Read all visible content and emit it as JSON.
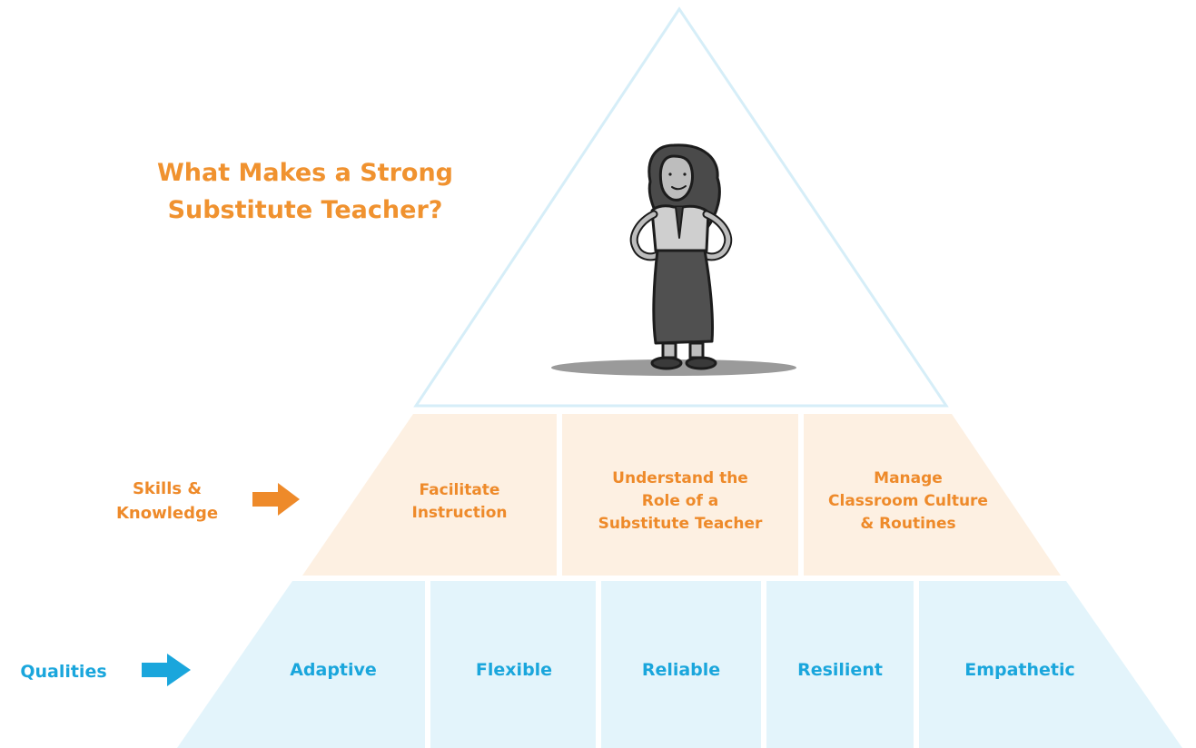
{
  "title": {
    "line1": "What Makes a Strong",
    "line2": "Substitute Teacher?"
  },
  "rows": {
    "skills_label": {
      "line1": "Skills &",
      "line2": "Knowledge"
    },
    "qualities_label": "Qualities"
  },
  "skills": [
    {
      "lines": [
        "Facilitate",
        "Instruction"
      ]
    },
    {
      "lines": [
        "Understand the",
        "Role of a",
        "Substitute Teacher"
      ]
    },
    {
      "lines": [
        "Manage",
        "Classroom Culture",
        "& Routines"
      ]
    }
  ],
  "qualities": [
    "Adaptive",
    "Flexible",
    "Reliable",
    "Resilient",
    "Empathetic"
  ],
  "colors": {
    "orange": "#ee8a2a",
    "blue": "#1aa6dc",
    "skills_fill": "#fdf0e2",
    "qualities_fill": "#e3f4fb",
    "outline": "#d6eef8"
  },
  "icons": {
    "skills_arrow": "arrow-right-icon",
    "qualities_arrow": "arrow-right-icon",
    "figure": "teacher-figure-illustration"
  }
}
